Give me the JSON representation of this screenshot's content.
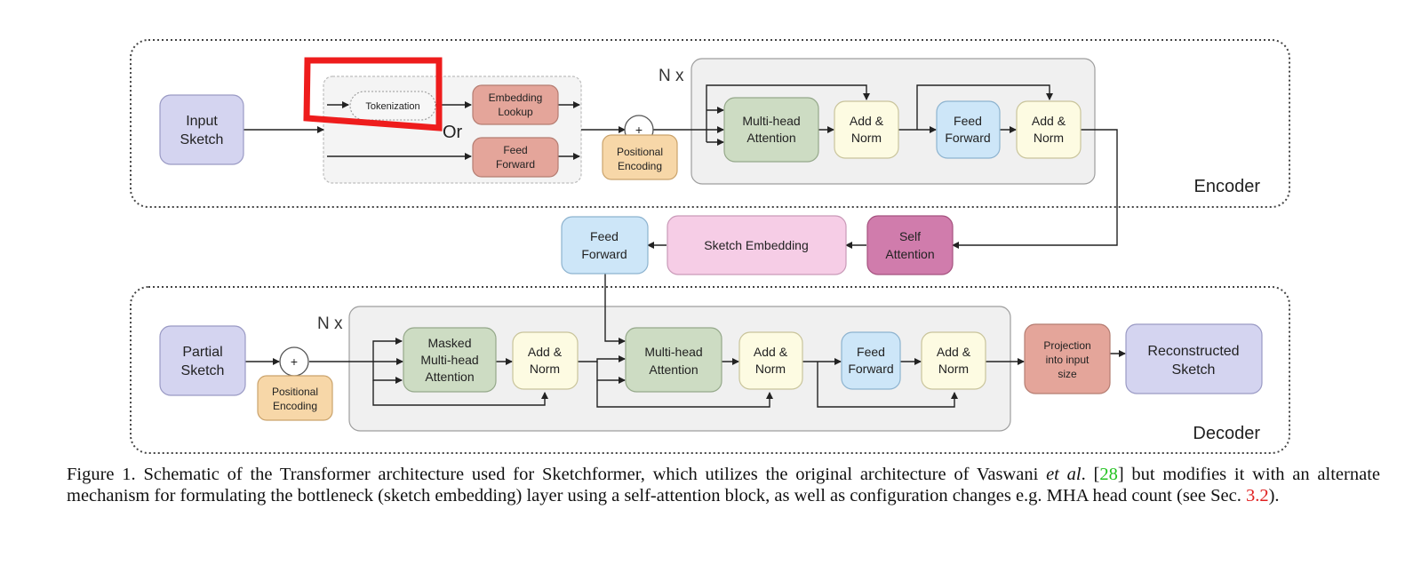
{
  "encoder": {
    "section_label": "Encoder",
    "nx_label": "N x",
    "or_label": "Or",
    "input_sketch": [
      "Input",
      "Sketch"
    ],
    "tokenization": "Tokenization",
    "embedding_lookup": [
      "Embedding",
      "Lookup"
    ],
    "feed_forward_in": [
      "Feed",
      "Forward"
    ],
    "plus": "+",
    "positional_encoding": [
      "Positional",
      "Encoding"
    ],
    "mha": [
      "Multi-head",
      "Attention"
    ],
    "add_norm_1": [
      "Add &",
      "Norm"
    ],
    "feed_forward": [
      "Feed",
      "Forward"
    ],
    "add_norm_2": [
      "Add &",
      "Norm"
    ]
  },
  "bottleneck": {
    "feed_forward": [
      "Feed",
      "Forward"
    ],
    "sketch_embedding": "Sketch Embedding",
    "self_attention": [
      "Self",
      "Attention"
    ]
  },
  "decoder": {
    "section_label": "Decoder",
    "nx_label": "N x",
    "partial_sketch": [
      "Partial",
      "Sketch"
    ],
    "plus": "+",
    "positional_encoding": [
      "Positional",
      "Encoding"
    ],
    "masked_mha": [
      "Masked",
      "Multi-head",
      "Attention"
    ],
    "add_norm_1": [
      "Add &",
      "Norm"
    ],
    "mha": [
      "Multi-head",
      "Attention"
    ],
    "add_norm_2": [
      "Add &",
      "Norm"
    ],
    "feed_forward": [
      "Feed",
      "Forward"
    ],
    "add_norm_3": [
      "Add &",
      "Norm"
    ],
    "projection": [
      "Projection",
      "into input",
      "size"
    ],
    "reconstructed": [
      "Reconstructed",
      "Sketch"
    ]
  },
  "colors": {
    "purple_box": "#d4d4f0",
    "red_box": "#e4a59a",
    "orange_box": "#f7d7a8",
    "green_box": "#cddcc3",
    "yellow_box": "#fdfbe2",
    "blue_box": "#cde6f8",
    "pink_box": "#f6cde6",
    "magenta_box": "#d07cac",
    "highlight": "#ee1c1c"
  },
  "caption": {
    "part1": "Figure 1. Schematic of the Transformer architecture used for Sketchformer, which utilizes the original architecture of Vaswani ",
    "etal": "et al",
    "part2": ". [",
    "ref1": "28",
    "part3": "] but modifies it with an alternate mechanism for formulating the bottleneck (sketch embedding) layer using a self-attention block, as well as configuration changes e.g. MHA head count (see Sec. ",
    "ref2": "3.2",
    "part4": ")."
  }
}
